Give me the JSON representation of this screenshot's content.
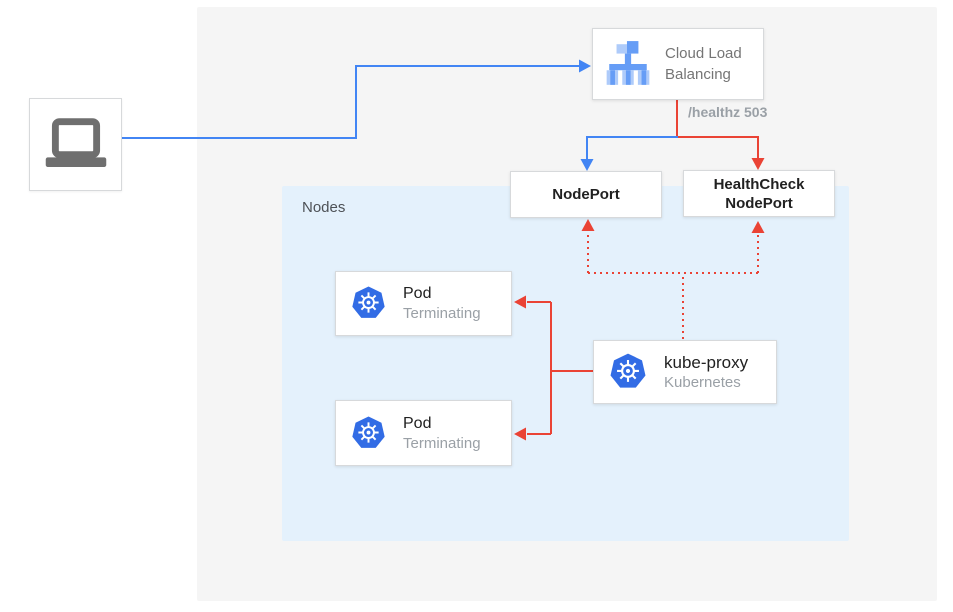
{
  "diagram": {
    "nodes_label": "Nodes",
    "healthz_label": "/healthz 503",
    "clb": {
      "title": "Cloud Load Balancing"
    },
    "nodeport": {
      "label": "NodePort"
    },
    "healthcheck_nodeport": {
      "label": "HealthCheck NodePort"
    },
    "pod1": {
      "title": "Pod",
      "status": "Terminating"
    },
    "pod2": {
      "title": "Pod",
      "status": "Terminating"
    },
    "kube_proxy": {
      "title": "kube-proxy",
      "subtitle": "Kubernetes"
    }
  },
  "icons": {
    "laptop": "laptop-icon",
    "cloud_load_balancing": "cloud-load-balancing-icon",
    "kubernetes": "kubernetes-icon"
  },
  "colors": {
    "traffic_blue": "#4285f4",
    "health_red": "#ea4335",
    "kubernetes_blue": "#326ce5",
    "clb_icon_blue": "#669df6",
    "clb_icon_light_blue": "#aecbfa",
    "nodes_bg": "#e4f1fc",
    "panel_bg": "#f5f5f5",
    "muted_text": "#9aa0a6",
    "primary_text": "#212121",
    "secondary_text": "#757575"
  }
}
